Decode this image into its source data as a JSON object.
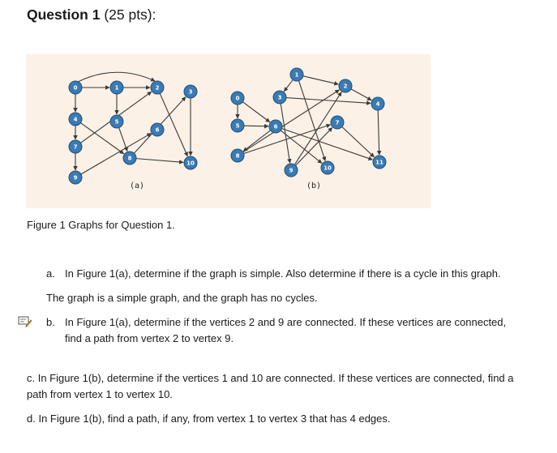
{
  "question": {
    "title_bold": "Question 1",
    "title_points": "(25 pts):"
  },
  "figure": {
    "caption": "Figure 1 Graphs for Question 1.",
    "graph_a": {
      "label": "(a)",
      "nodes": [
        "0",
        "1",
        "2",
        "3",
        "4",
        "5",
        "6",
        "7",
        "8",
        "9",
        "10"
      ],
      "edges": [
        [
          "0",
          "1"
        ],
        [
          "1",
          "2"
        ],
        [
          "0",
          "2"
        ],
        [
          "0",
          "4"
        ],
        [
          "4",
          "7"
        ],
        [
          "7",
          "9"
        ],
        [
          "1",
          "5"
        ],
        [
          "5",
          "8"
        ],
        [
          "4",
          "8"
        ],
        [
          "8",
          "10"
        ],
        [
          "3",
          "10"
        ],
        [
          "2",
          "10"
        ],
        [
          "9",
          "6"
        ],
        [
          "8",
          "3"
        ],
        [
          "7",
          "2"
        ]
      ]
    },
    "graph_b": {
      "label": "(b)",
      "nodes": [
        "0",
        "1",
        "2",
        "3",
        "4",
        "5",
        "6",
        "7",
        "8",
        "9",
        "10",
        "11"
      ],
      "edges": [
        [
          "1",
          "2"
        ],
        [
          "2",
          "4"
        ],
        [
          "3",
          "4"
        ],
        [
          "0",
          "6"
        ],
        [
          "0",
          "5"
        ],
        [
          "5",
          "6"
        ],
        [
          "6",
          "11"
        ],
        [
          "6",
          "10"
        ],
        [
          "7",
          "11"
        ],
        [
          "4",
          "11"
        ],
        [
          "1",
          "10"
        ],
        [
          "1",
          "3"
        ],
        [
          "8",
          "2"
        ],
        [
          "9",
          "2"
        ],
        [
          "8",
          "7"
        ],
        [
          "9",
          "7"
        ],
        [
          "3",
          "9"
        ],
        [
          "6",
          "8"
        ]
      ]
    }
  },
  "parts": {
    "a": {
      "marker": "a.",
      "text": "In Figure 1(a), determine if the graph is simple. Also determine if there is a cycle in this graph.",
      "answer": "The graph is a simple graph, and the graph has no cycles."
    },
    "b": {
      "marker": "b.",
      "line1": "In Figure 1(a), determine if the vertices 2 and 9 are connected. If these vertices are connected,",
      "line2": "find a path from vertex 2 to vertex 9."
    },
    "c": {
      "line1": "c. In Figure 1(b), determine if the vertices 1 and 10 are connected. If these vertices are connected, find a",
      "line2": "path from vertex 1 to vertex 10."
    },
    "d": {
      "text": "d. In Figure 1(b), find a path, if any, from vertex 1 to vertex 3 that has 4 edges."
    }
  },
  "icons": {
    "note": "edit-note-icon"
  },
  "colors": {
    "node_fill": "#3b7bb3",
    "figure_bg": "#fbf1e6"
  }
}
